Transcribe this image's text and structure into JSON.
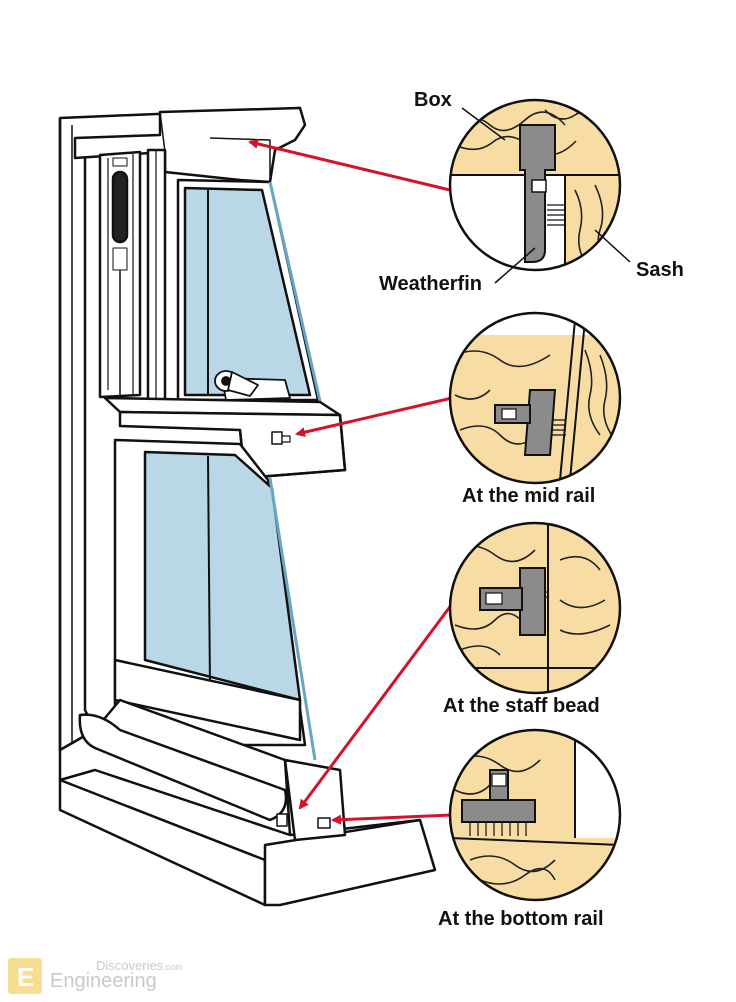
{
  "labels": {
    "box": "Box",
    "weatherfin": "Weatherfin",
    "sash": "Sash",
    "mid_rail": "At the mid rail",
    "staff_bead": "At the staff bead",
    "bottom_rail": "At the bottom rail"
  },
  "watermark": {
    "site": "Discoveries",
    "tld": ".com",
    "brand": "Engineering",
    "logo_letter": "E"
  },
  "colors": {
    "arrow": "#d3122b",
    "wood": "#f7dda4",
    "wood_grain": "#222222",
    "glass": "#b9d7e6",
    "seal": "#8b8b8b",
    "outline": "#111111"
  }
}
